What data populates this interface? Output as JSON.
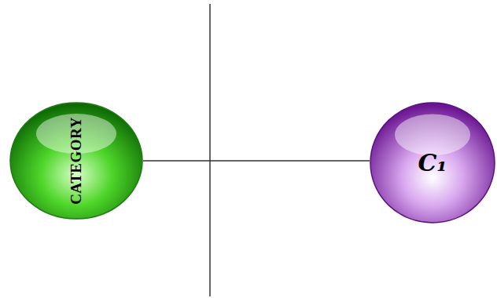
{
  "diagram": {
    "nodes": [
      {
        "text": [
          "CATEGORY"
        ]
      },
      {
        "text": [
          "C₁"
        ]
      }
    ],
    "edges": [
      {
        "from": 0,
        "to": 1,
        "arrow": "none"
      }
    ]
  }
}
